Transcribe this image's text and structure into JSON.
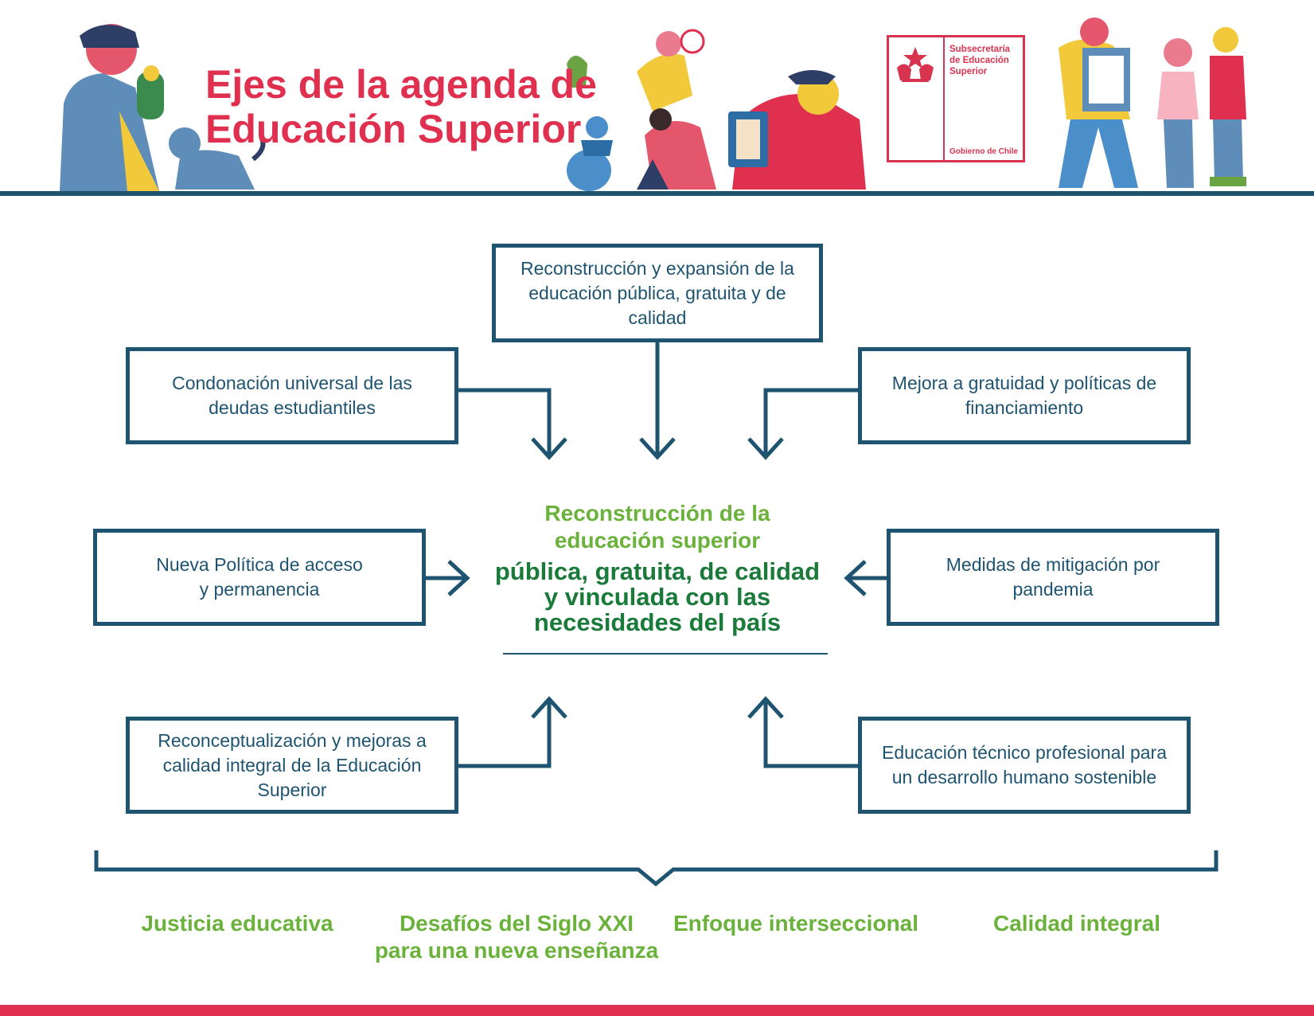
{
  "header": {
    "title_line1": "Ejes de la agenda de",
    "title_line2": "Educación Superior"
  },
  "logo": {
    "line1": "Subsecretaría",
    "line2": "de Educación",
    "line3": "Superior",
    "footer": "Gobierno de Chile"
  },
  "boxes": {
    "top": [
      "Reconstrucción y expansión de la",
      "educación pública, gratuita y de",
      "calidad"
    ],
    "upper_left": [
      "Condonación universal de las",
      "deudas estudiantiles"
    ],
    "upper_right": [
      "Mejora a gratuidad y políticas de",
      "financiamiento"
    ],
    "mid_left": [
      "Nueva Política de acceso",
      "y permanencia"
    ],
    "mid_right": [
      "Medidas de mitigación por",
      "pandemia"
    ],
    "lower_left": [
      "Reconceptualización y mejoras a",
      "calidad integral de la Educación",
      "Superior"
    ],
    "lower_right": [
      "Educación técnico profesional para",
      "un desarrollo humano sostenible"
    ]
  },
  "center": {
    "line1": "Reconstrucción  de la",
    "line2": "educación superior",
    "line3": "pública, gratuita, de calidad",
    "line4": "y vinculada con las",
    "line5": "necesidades del país"
  },
  "pillars": [
    [
      "Justicia educativa"
    ],
    [
      "Desafíos del Siglo XXI",
      "para una nueva enseñanza"
    ],
    [
      "Enfoque interseccional"
    ],
    [
      "Calidad integral"
    ]
  ],
  "colors": {
    "title_red": "#e0304f",
    "navy": "#1e5470",
    "light_green": "#6ab23b",
    "dark_green": "#1a7a3a"
  }
}
